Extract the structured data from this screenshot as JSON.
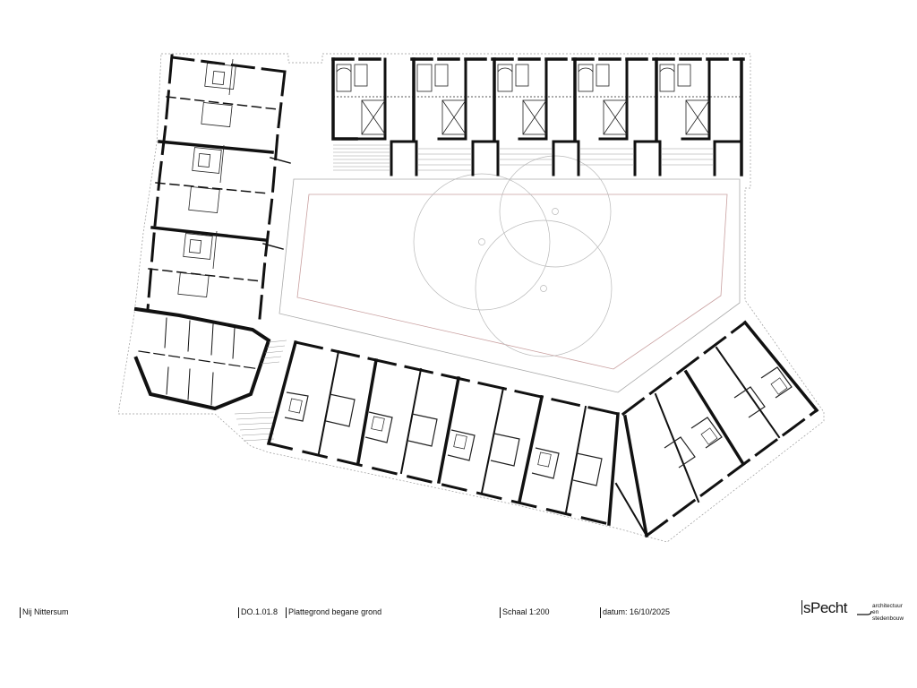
{
  "title_block": {
    "project": "Nij Nittersum",
    "drawing_number": "DO.1.01.8",
    "drawing_title": "Plattegrond begane grond",
    "scale": "Schaal 1:200",
    "date": "datum: 16/10/2025"
  },
  "logo": {
    "wordmark": "sPecht",
    "tagline_line1": "architectuur",
    "tagline_line2": "en stedenbouw"
  },
  "colors": {
    "ink": "#111111",
    "thin_line": "#9a9a9a",
    "courtyard_outline": "#c9a0a0",
    "background": "#ffffff"
  }
}
